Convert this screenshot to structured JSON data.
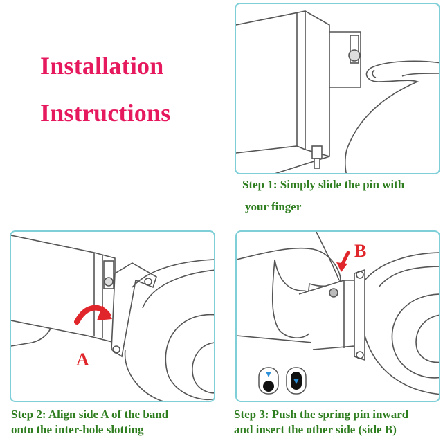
{
  "title": {
    "line1": "Installation",
    "line2": "Instructions"
  },
  "steps": {
    "step1_line1": "Step 1: Simply slide the pin with",
    "step1_line2": "your finger",
    "step2_line1": "Step 2: Align side A of the band",
    "step2_line2": "onto the inter-hole slotting",
    "step3_line1": "Step 3: Push the spring pin inward",
    "step3_line2": "and insert the other side (side B)"
  },
  "labels": {
    "side_a": "A",
    "side_b": "B"
  },
  "colors": {
    "title": "#e6195f",
    "step_text": "#2e7d1f",
    "label_red": "#e0262b",
    "panel_border": "#7fcfd8"
  }
}
